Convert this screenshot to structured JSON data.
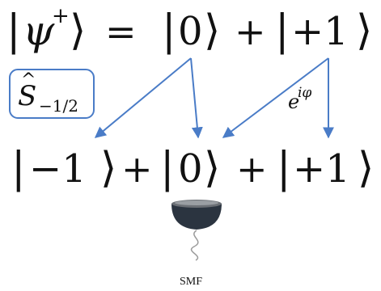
{
  "top_equation": {
    "lhs_symbol": "ψ",
    "lhs_superscript": "+",
    "equals": "=",
    "term_zero": "0",
    "plus": "+",
    "term_plus_one": "+1"
  },
  "operator_label": {
    "symbol": "S",
    "hat": "^",
    "subscript": "−1/2"
  },
  "phase_label": {
    "base": "e",
    "exponent": "iφ"
  },
  "bottom_equation": {
    "term_minus_one": "−1",
    "plus_1": "+",
    "term_zero": "0",
    "plus_2": "+",
    "term_plus_one": "+1"
  },
  "detector_label": "SMF",
  "colors": {
    "arrow": "#4a7cc7",
    "operator_box": "#4a7cc7",
    "detector_body": "#2b3440",
    "detector_rim": "#8a8a8a",
    "fiber": "#9a9a9a",
    "text": "#111111"
  }
}
